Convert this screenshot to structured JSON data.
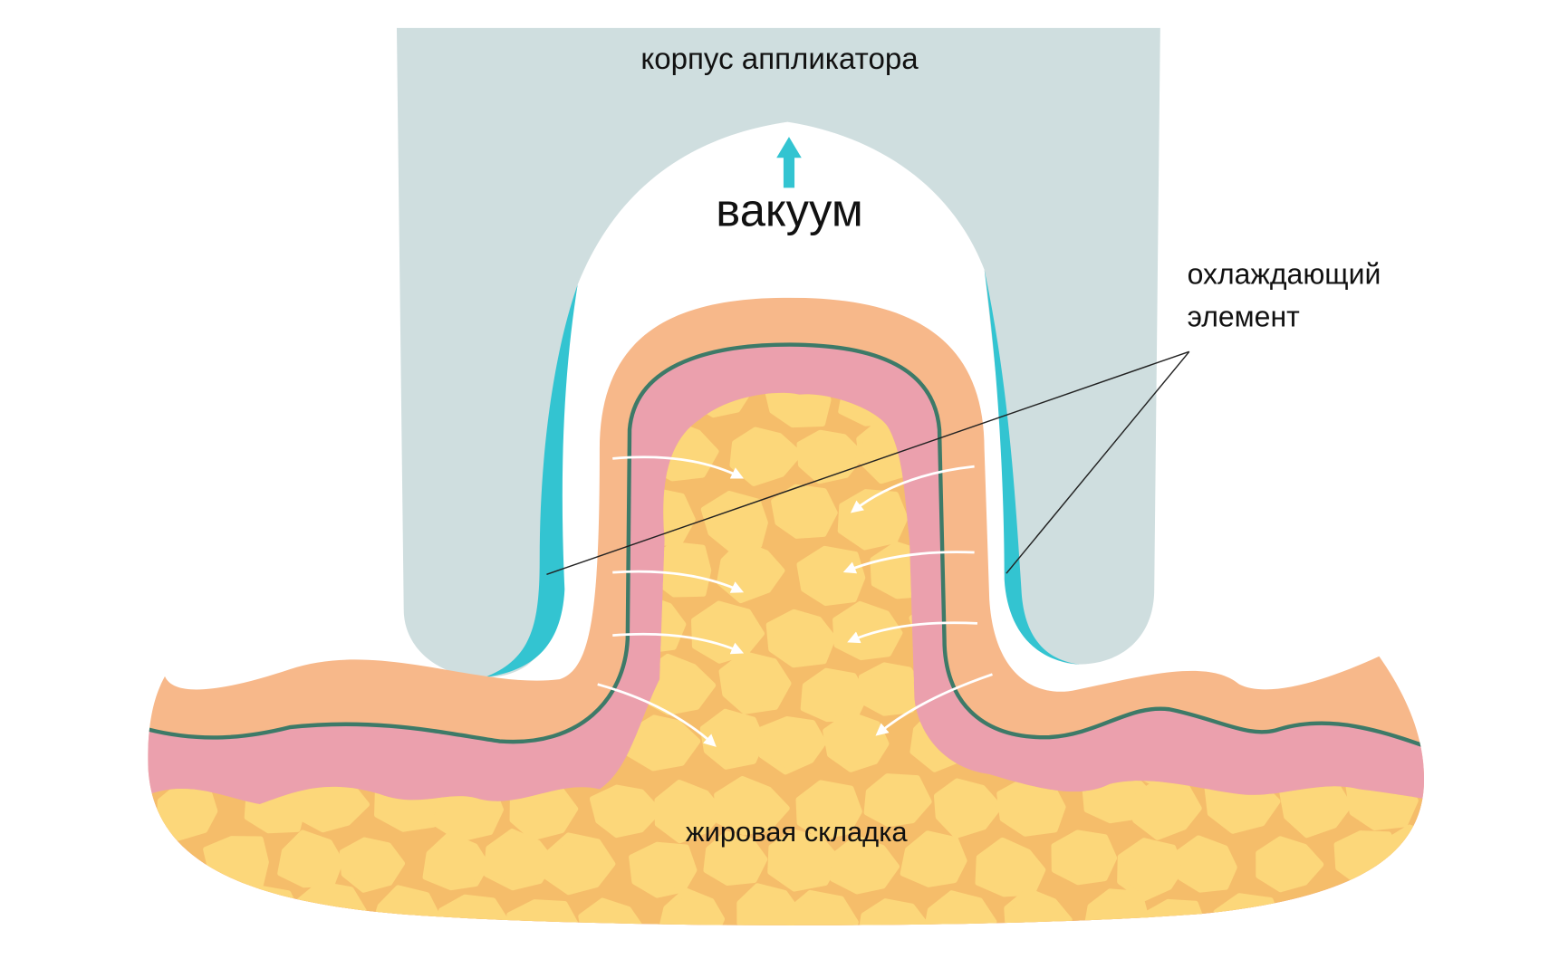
{
  "labels": {
    "applicator_body": "корпус аппликатора",
    "vacuum": "вакуум",
    "cooling_element_line1": "охлаждающий",
    "cooling_element_line2": "элемент",
    "fat_fold": "жировая складка"
  },
  "colors": {
    "applicator": "#cfdedf",
    "cooling": "#33c4d1",
    "epidermis": "#f7b88a",
    "dermis": "#eba0ad",
    "dermis_border": "#3d7a68",
    "fat_bg": "#f5bd6a",
    "fat_cell": "#fcd77a",
    "arrows": "#ffffff"
  }
}
